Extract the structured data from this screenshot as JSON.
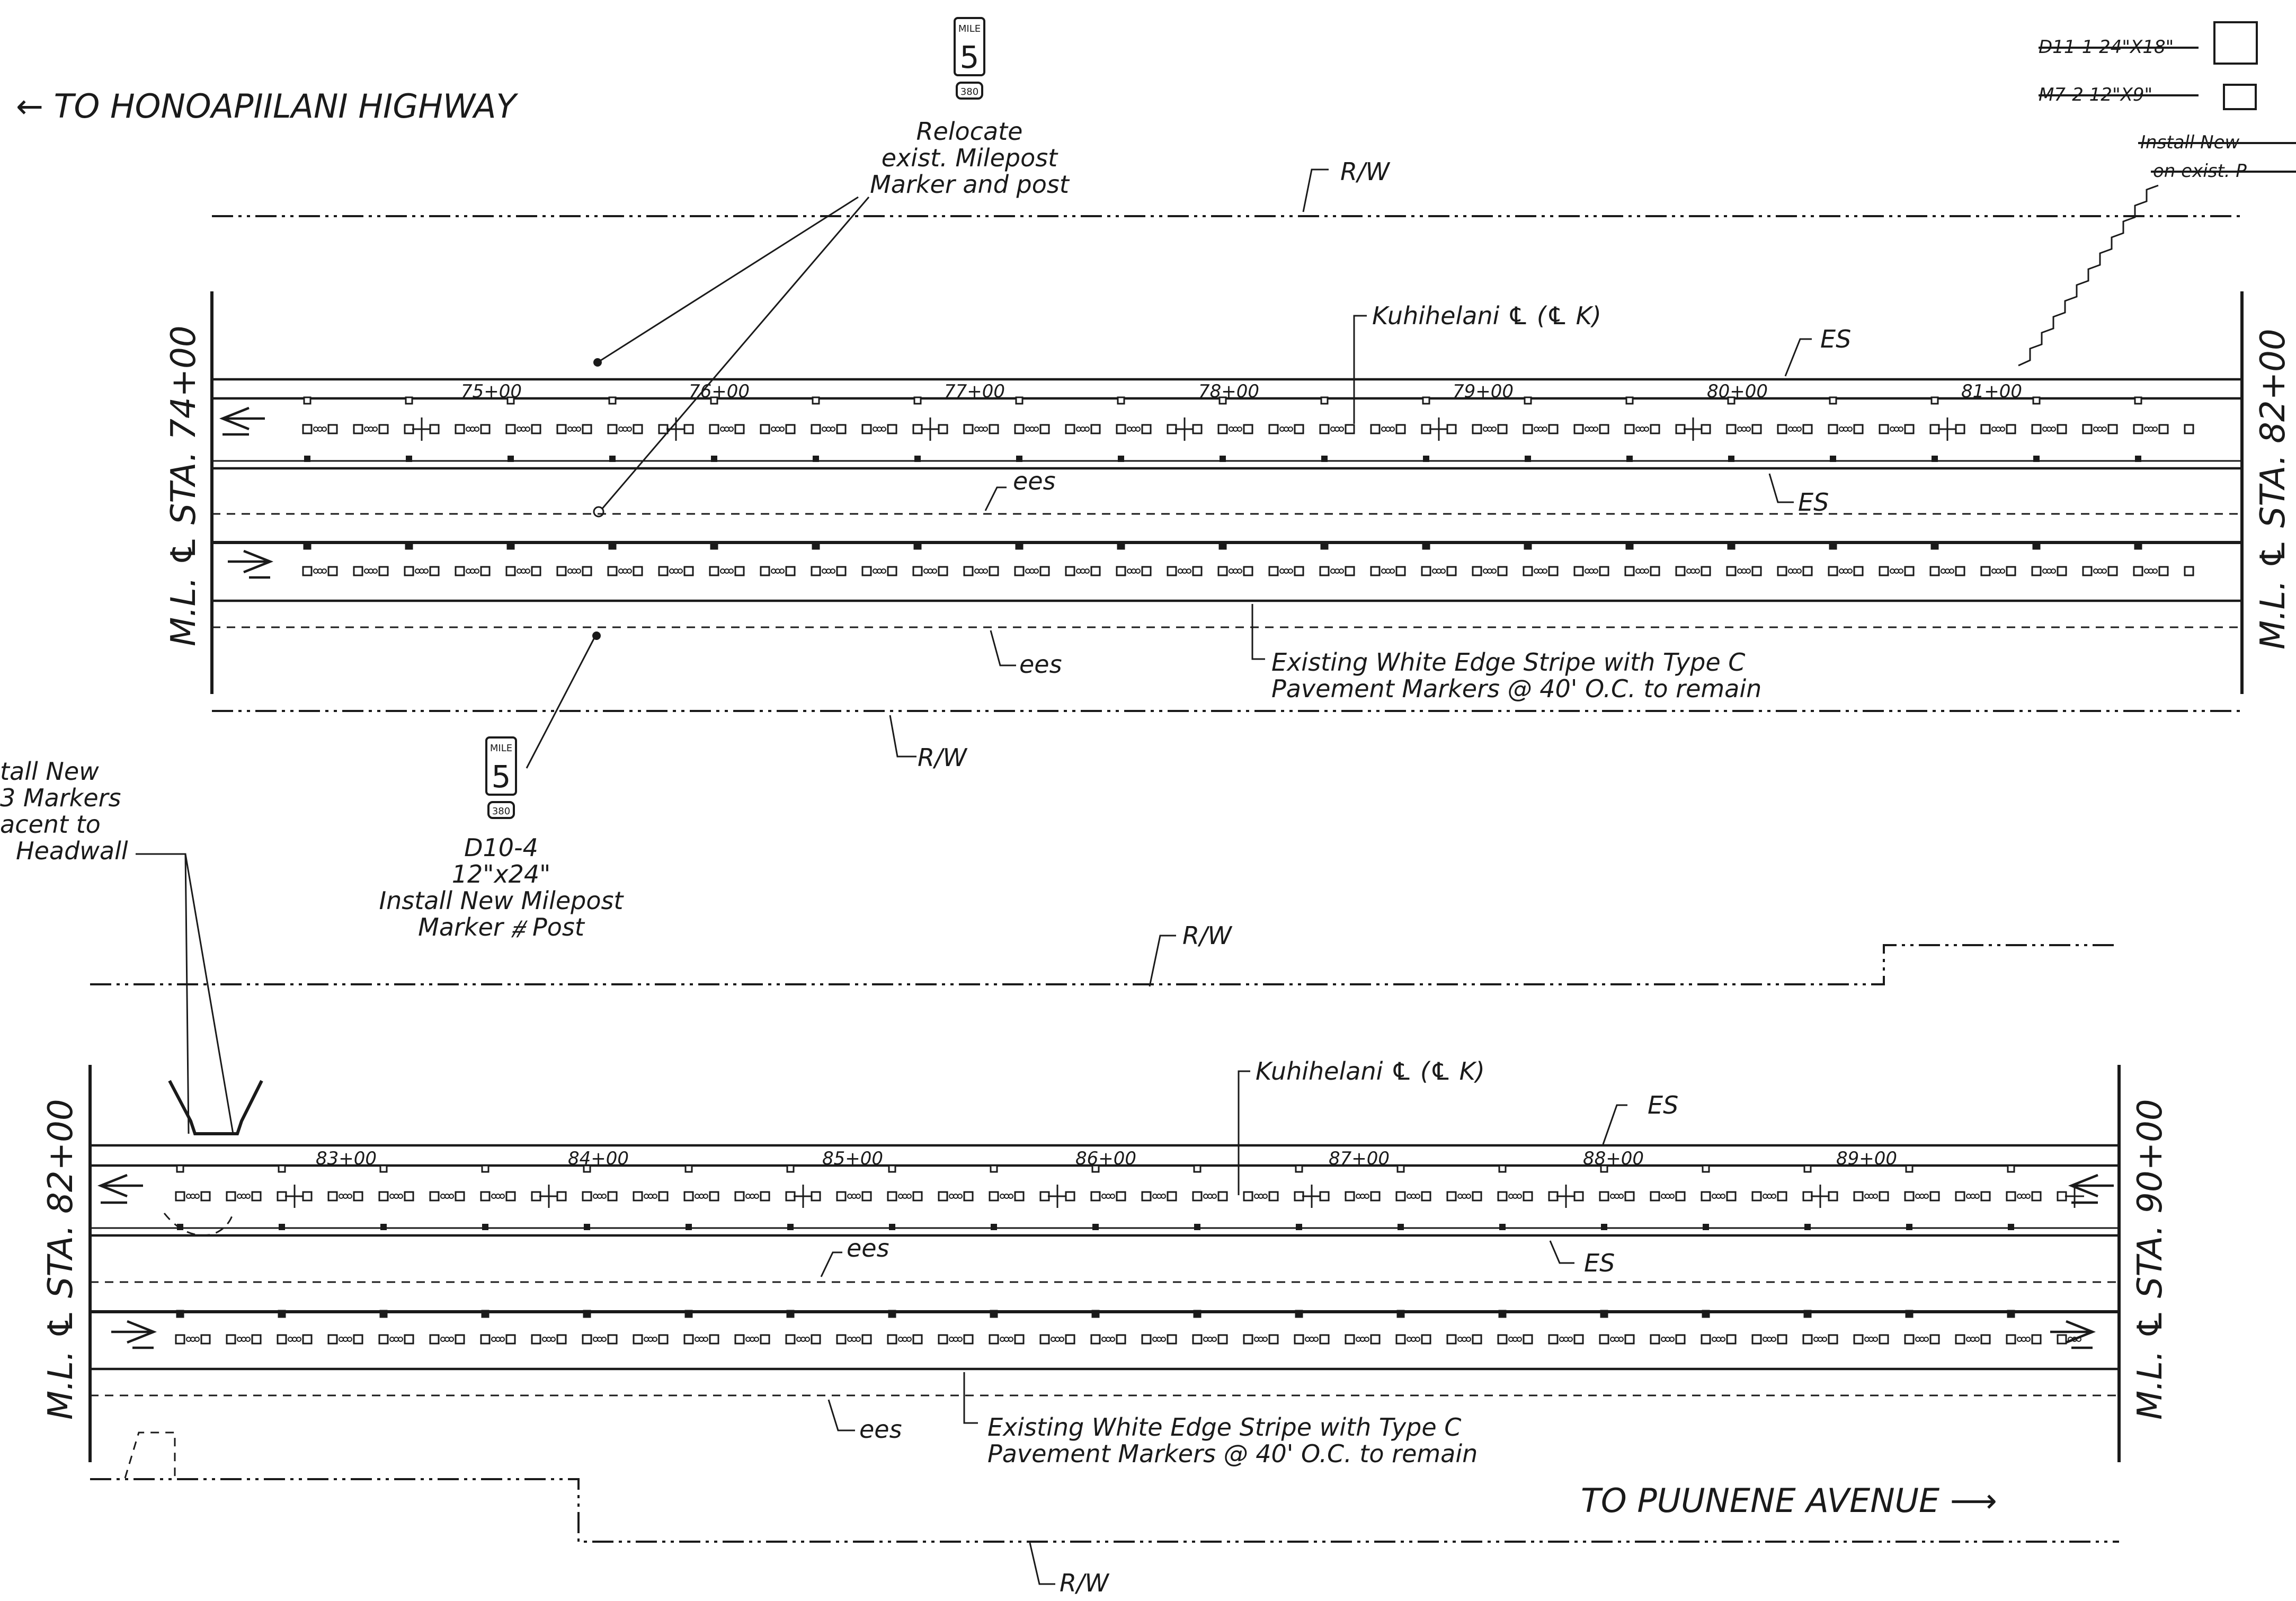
{
  "directions": {
    "west": "← TO HONOAPIILANI HIGHWAY",
    "east": "TO PUUNENE AVENUE ⟶"
  },
  "labels": {
    "rw": "R/W",
    "es": "ES",
    "ees": "ees",
    "centerline": "Kuhihelani ℄ (℄ K)",
    "edge_stripe_line1": "Existing White Edge Stripe with Type C",
    "edge_stripe_line2": "Pavement Markers @ 40' O.C. to remain"
  },
  "notes": {
    "relocate_line1": "Relocate",
    "relocate_line2": "exist. Milepost",
    "relocate_line3": "Marker and post",
    "new_marker_line1": "D10-4",
    "new_marker_line2": "12\"x24\"",
    "new_marker_line3": "Install New Milepost",
    "new_marker_line4": "Marker ⧣ Post",
    "left_line1": "tall New",
    "left_line2": "3 Markers",
    "left_line3": "acent to",
    "left_line4": "Headwall",
    "sign_row1": "D11-1 24\"X18\"",
    "sign_row2": "M7-2 12\"X9\"",
    "sign_row3": "Install New",
    "sign_row4": "on exist. P"
  },
  "milepost_sign": {
    "top_word": "MILE",
    "number": "5",
    "route": "380"
  },
  "stations": {
    "top_left": "M.L. ℄ STA. 74+00",
    "top_right": "M.L. ℄ STA. 82+00",
    "bottom_left": "M.L. ℄ STA. 82+00",
    "bottom_right": "M.L. ℄ STA. 90+00"
  },
  "station_ticks_top": [
    "75+00",
    "76+00",
    "77+00",
    "78+00",
    "79+00",
    "80+00",
    "81+00"
  ],
  "station_ticks_bottom": [
    "83+00",
    "84+00",
    "85+00",
    "86+00",
    "87+00",
    "88+00",
    "89+00"
  ]
}
